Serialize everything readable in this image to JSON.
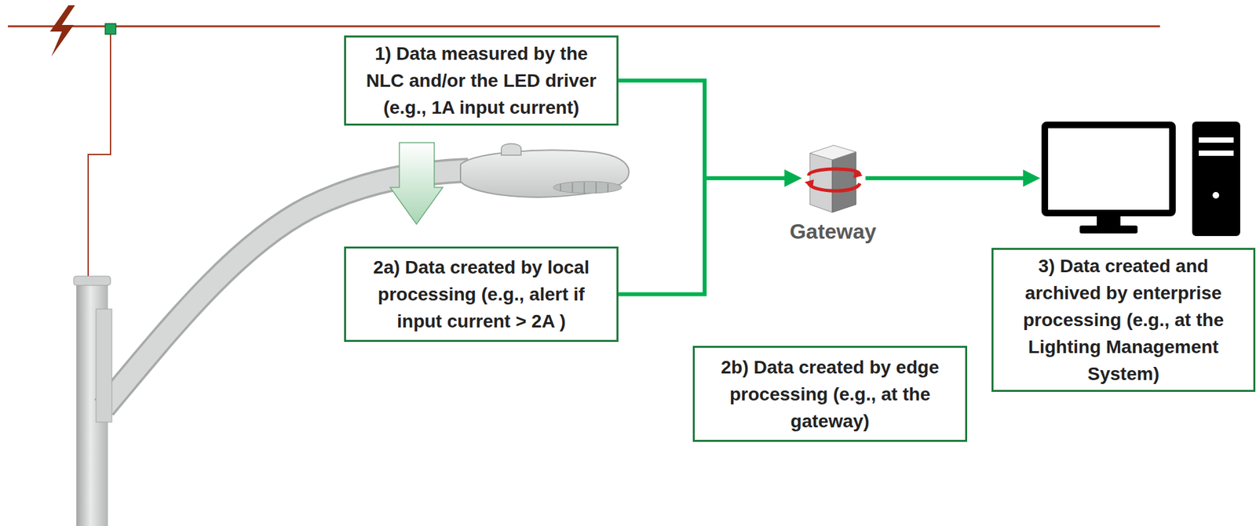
{
  "diagram": {
    "nodes": [
      {
        "text": [
          "1) Data measured by the NLC and/or the LED driver (e.g., 1A input current)"
        ]
      },
      {
        "text": [
          "2a) Data created by local processing (e.g., alert if input current > 2A )"
        ]
      },
      {
        "text": [
          "Gateway"
        ]
      },
      {
        "text": [
          "2b) Data created by edge processing (e.g., at the gateway)"
        ]
      },
      {
        "text": [
          "3) Data created and archived by enterprise processing (e.g., at the Lighting Management System)"
        ]
      }
    ],
    "edges": [
      {
        "from": 0,
        "to": 2,
        "arrow": "to"
      },
      {
        "from": 1,
        "to": 2,
        "arrow": "to"
      },
      {
        "from": 2,
        "to": 4,
        "arrow": "to"
      }
    ]
  }
}
